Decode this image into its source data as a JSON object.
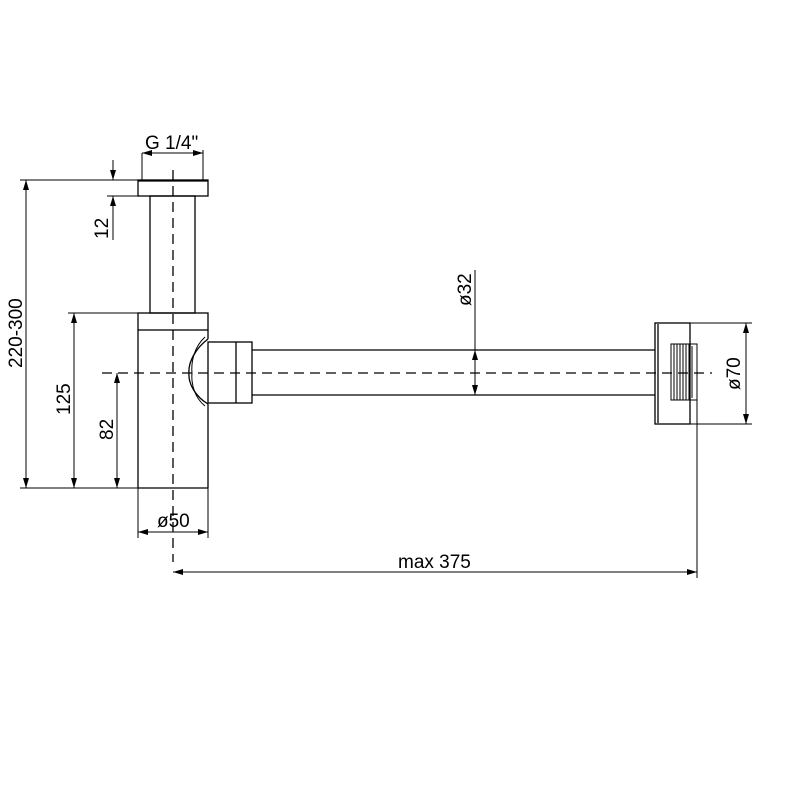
{
  "drawing": {
    "dimensions": {
      "thread": "G 1/4\"",
      "flange_thickness": "12",
      "total_height": "220-300",
      "body_height": "125",
      "outlet_height": "82",
      "body_diameter": "ø50",
      "pipe_diameter": "ø32",
      "wall_flange_diameter": "ø70",
      "max_length": "max 375"
    },
    "line_color": "#000000",
    "background": "#ffffff"
  }
}
